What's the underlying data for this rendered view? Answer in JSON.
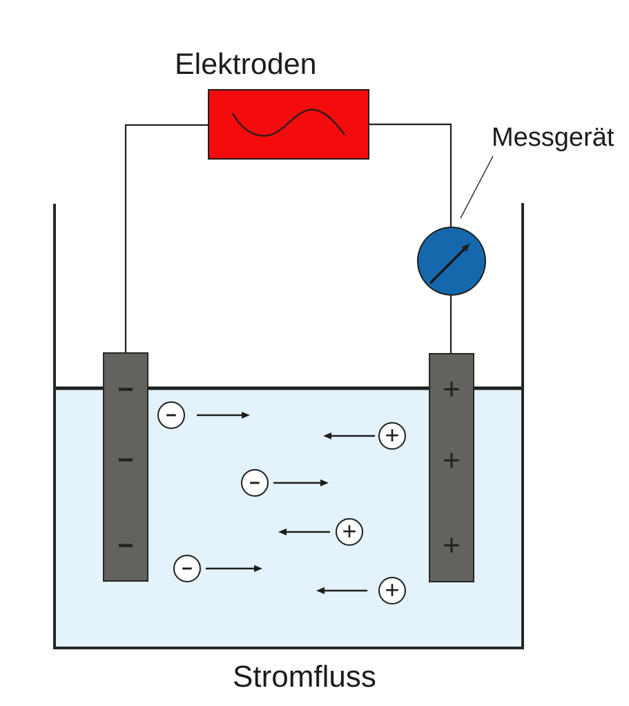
{
  "diagram": {
    "title_top": "Elektroden",
    "meter_label": "Messgerät",
    "bottom_label": "Stromfluss"
  },
  "source": {
    "type": "ac-source",
    "icon": "sine-wave-icon"
  },
  "meter": {
    "icon": "meter-needle-icon"
  },
  "electrodes": {
    "left": {
      "polarity": "negative",
      "signs": [
        "−",
        "−",
        "−"
      ]
    },
    "right": {
      "polarity": "positive",
      "signs": [
        "+",
        "+",
        "+"
      ]
    }
  },
  "ions": [
    {
      "charge": "negative",
      "symbol": "−",
      "direction": "right"
    },
    {
      "charge": "negative",
      "symbol": "−",
      "direction": "right"
    },
    {
      "charge": "negative",
      "symbol": "−",
      "direction": "right"
    },
    {
      "charge": "positive",
      "symbol": "+",
      "direction": "left"
    },
    {
      "charge": "positive",
      "symbol": "+",
      "direction": "left"
    },
    {
      "charge": "positive",
      "symbol": "+",
      "direction": "left"
    }
  ],
  "colors": {
    "source_red": "#f40b0e",
    "meter_blue": "#1668ad",
    "electrode_gray": "#63625e",
    "electrolyte_blue": "#e4f2fb",
    "line_black": "#1d1d1b"
  }
}
